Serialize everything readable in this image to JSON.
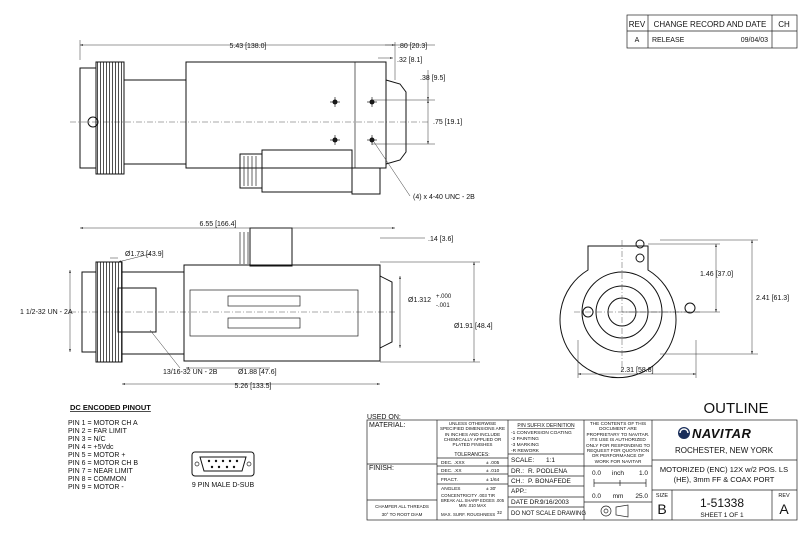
{
  "revision_table": {
    "headers": {
      "rev": "REV",
      "change": "CHANGE RECORD AND DATE",
      "ch": "CH"
    },
    "rows": [
      {
        "rev": "A",
        "change": "RELEASE",
        "date": "09/04/03",
        "ch": ""
      }
    ]
  },
  "top_view": {
    "dim_overall": "5.43 [138.0]",
    "dim_front": ".80 [20.3]",
    "dim_step": ".32 [8.1]",
    "dim_hole_offset": ".38 [9.5]",
    "dim_hole_spacing": ".75 [19.1]",
    "callout_holes": "(4) x 4-40 UNC - 2B"
  },
  "side_view": {
    "dim_length": "6.55 [166.4]",
    "dim_flange": ".14 [3.6]",
    "dim_focus_dia": "Ø1.73 [43.9]",
    "thread_rear": "1 1/2-32 UN - 2A",
    "dim_front_dia_label": "Ø1.312",
    "tol_plus": "+.000",
    "tol_minus": "-.001",
    "dim_front_outer": "Ø1.91 [48.4]",
    "thread_mount": "13/16-32 UN - 2B",
    "dim_mount_dia": "Ø1.88 [47.6]",
    "dim_body": "5.26 [133.5]"
  },
  "end_view": {
    "dim_height": "1.46 [37.0]",
    "dim_total_height": "2.41 [61.3]",
    "dim_width": "2.31 [58.8]"
  },
  "pinout": {
    "title": "DC ENCODED PINOUT",
    "pins": [
      "PIN 1 = MOTOR CH A",
      "PIN 2 = FAR LIMIT",
      "PIN 3 = N/C",
      "PIN 4 = +5Vdc",
      "PIN 5 = MOTOR +",
      "PIN 6 = MOTOR CH B",
      "PIN 7 = NEAR LIMIT",
      "PIN 8 = COMMON",
      "PIN 9 = MOTOR -"
    ],
    "connector_label": "9 PIN MALE D-SUB"
  },
  "title_block": {
    "used_on": "USED ON:",
    "material": "MATERIAL:",
    "finish": "FINISH:",
    "notes": "UNLESS OTHERWISE SPECIFIED DIMENSIONS ARE IN INCHES AND INCLUDE CHEMICALLY APPLIED OR PLATED FINISHES",
    "tol_title": "TOLERANCES:",
    "tol_rows": [
      {
        "label": "DEC. .XXX",
        "value": "± .005"
      },
      {
        "label": "DEC. .XX",
        "value": "± .010"
      },
      {
        "label": "FRACT.",
        "value": "± 1/64"
      },
      {
        "label": "ANGLES",
        "value": "± 30'"
      }
    ],
    "concentricity": "CONCENTRICITY .003 TIR",
    "break_edges": "BREAK ALL SHARP EDGES .005 MIN .010 MAX",
    "surface": "MAX. SURF. ROUGHNESS",
    "surface_value": "32",
    "chamfer": "CHAMFER ALL THREADS",
    "chamfer2": "30° TO ROOT DIAM",
    "suffix_title": "P/N SUFFIX DEFINITION",
    "suffix_items": [
      "-1 CONVERSION COATING",
      "-2 PAINTING",
      "-3 MARKING",
      "-R REWORK"
    ],
    "scale_label": "SCALE:",
    "scale_value": "1:1",
    "dr_label": "DR.:",
    "dr_value": "R. PODLENA",
    "ch_label": "CH.:",
    "ch_value": "P. BONAFEDE",
    "app_label": "APP.:",
    "date_label": "DATE DR.:",
    "date_value": "9/16/2003",
    "no_scale": "DO NOT SCALE DRAWING",
    "proprietary": "THE CONTENTS OF THIS DOCUMENT ARE PROPRIETARY TO NAVITAR. ITS USE IS AUTHORIZED ONLY FOR RESPONDING TO REQUEST FOR QUOTATION OR PERFORMANCE OF WORK FOR NAVITAR",
    "scale_inch": {
      "start": "0.0",
      "unit": "inch",
      "end": "1.0"
    },
    "scale_mm": {
      "start": "0.0",
      "unit": "mm",
      "end": "25.0"
    },
    "drawing_type": "OUTLINE",
    "company": "NAVITAR",
    "location": "ROCHESTER, NEW YORK",
    "description_1": "MOTORIZED (ENC) 12X w/2 POS. LS",
    "description_2": "(HE), 3mm FF & COAX PORT",
    "size_label": "SIZE",
    "size_value": "B",
    "part_number": "1-51338",
    "sheet": "SHEET 1 OF 1",
    "rev_label": "REV",
    "rev_value": "A"
  }
}
